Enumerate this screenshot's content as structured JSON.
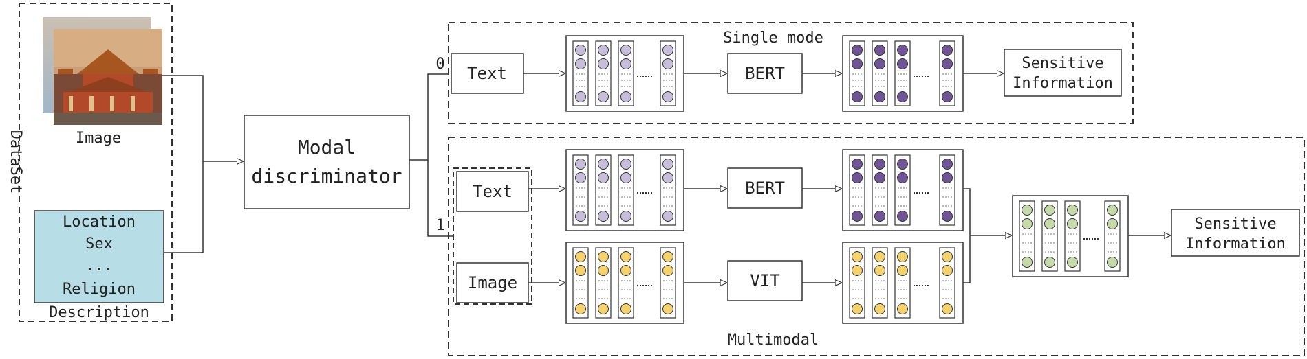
{
  "dataset": {
    "side_label": "DataSet",
    "image_label": "Image",
    "desc_lines": [
      "Location",
      "Sex",
      "...",
      "Religion"
    ],
    "desc_label": "Description"
  },
  "discriminator": {
    "line1": "Modal",
    "line2": "discriminator"
  },
  "branch": {
    "zero": "0",
    "one": "1"
  },
  "single": {
    "title": "Single mode",
    "text": "Text",
    "bert": "BERT",
    "output_line1": "Sensitive",
    "output_line2": "Information"
  },
  "multi": {
    "title": "Multimodal",
    "text": "Text",
    "image": "Image",
    "bert": "BERT",
    "vit": "VIT",
    "output_line1": "Sensitive",
    "output_line2": "Information"
  },
  "colors": {
    "lavender": "#c8bedc",
    "purple": "#6f5596",
    "yellow": "#f6d26c",
    "green": "#c6d9a8",
    "description_fill": "#b7dde6",
    "sky": "#c9a07a",
    "palace_roof": "#a8561f",
    "palace_wall": "#b24a2a"
  },
  "icons": {
    "photo": "palace-photo-icon",
    "ellipsis": "dotted-ellipsis"
  }
}
